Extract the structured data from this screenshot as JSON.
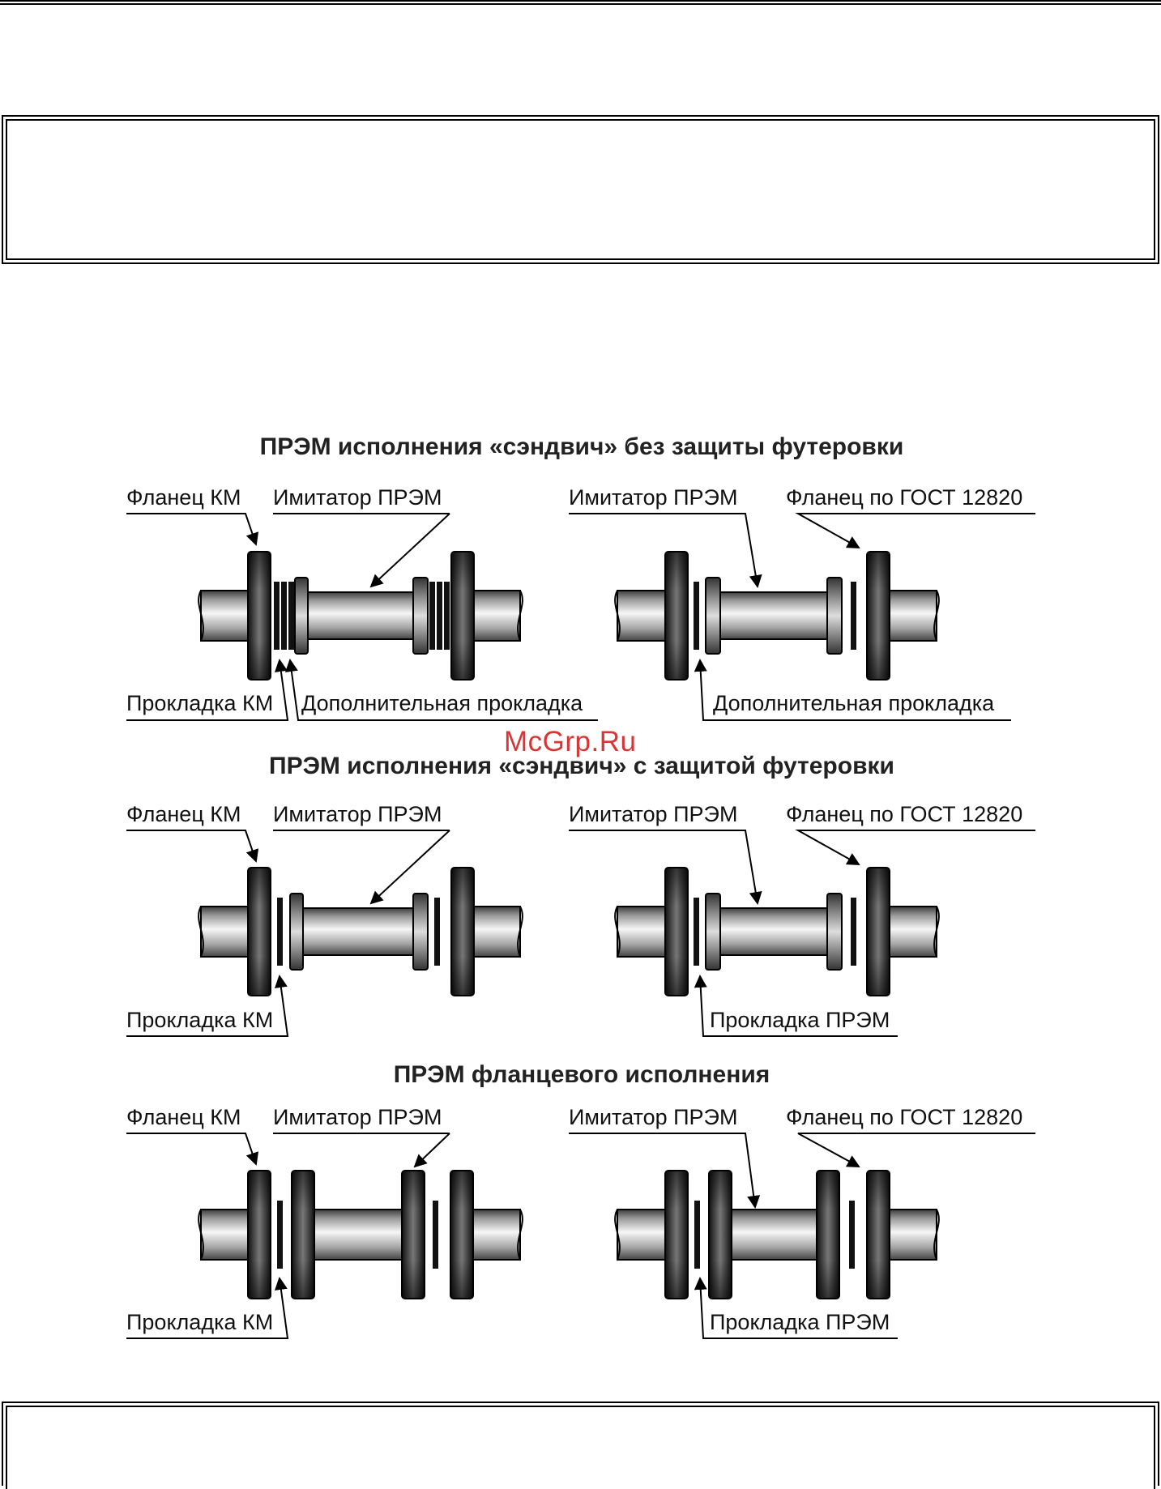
{
  "watermark": "McGrp.Ru",
  "sections": [
    {
      "title": "ПРЭМ исполнения «сэндвич» без защиты футеровки",
      "left": {
        "labels": [
          "Фланец КМ",
          "Имитатор ПРЭМ",
          "Прокладка КМ",
          "Дополнительная прокладка"
        ]
      },
      "right": {
        "labels": [
          "Имитатор ПРЭМ",
          "Фланец по ГОСТ 12820",
          "Дополнительная прокладка"
        ]
      }
    },
    {
      "title": "ПРЭМ исполнения «сэндвич» с защитой футеровки",
      "left": {
        "labels": [
          "Фланец КМ",
          "Имитатор ПРЭМ",
          "Прокладка КМ"
        ]
      },
      "right": {
        "labels": [
          "Имитатор ПРЭМ",
          "Фланец по ГОСТ 12820",
          "Прокладка ПРЭМ"
        ]
      }
    },
    {
      "title": "ПРЭМ фланцевого исполнения",
      "left": {
        "labels": [
          "Фланец КМ",
          "Имитатор ПРЭМ",
          "Прокладка КМ"
        ]
      },
      "right": {
        "labels": [
          "Имитатор ПРЭМ",
          "Фланец по ГОСТ 12820",
          "Прокладка ПРЭМ"
        ]
      }
    }
  ]
}
